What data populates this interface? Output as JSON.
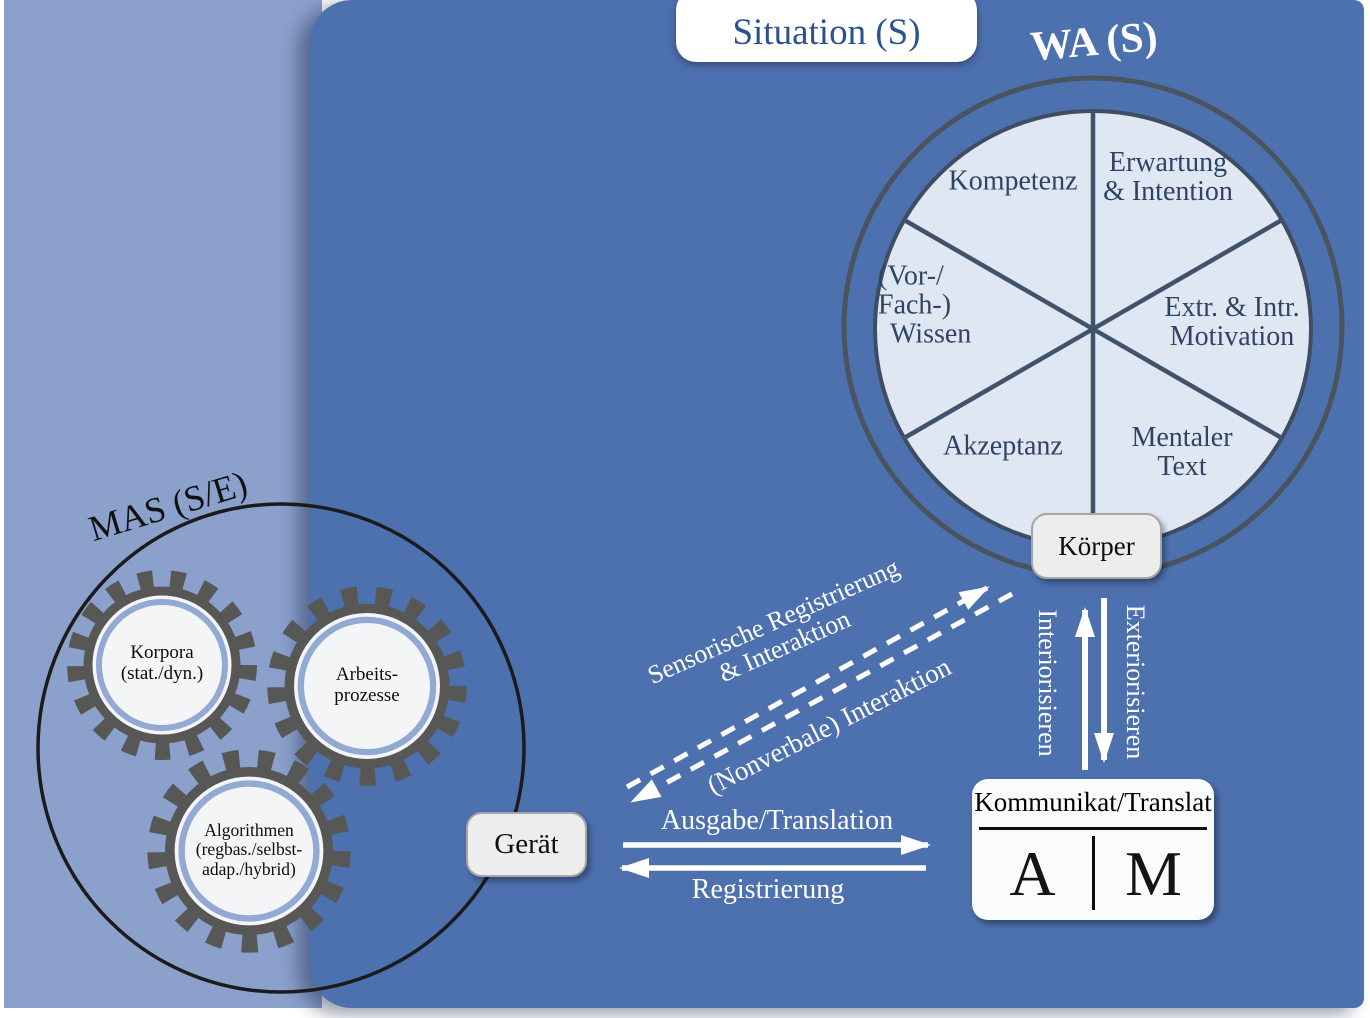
{
  "colors": {
    "light_panel": "#8ba1cc",
    "dark_panel": "#4d70af",
    "circle_fill": "#dfe7f2",
    "circle_divider": "#41526b",
    "gear_dark": "#575756",
    "gear_ring_blue": "#92a9d4",
    "situation_text": "#2b5191",
    "arrow_white": "#ffffff"
  },
  "situation": {
    "label": "Situation (S)"
  },
  "wa": {
    "label": "WA (S)",
    "korper": "Körper",
    "segments": [
      {
        "lines": [
          "Kompetenz"
        ]
      },
      {
        "lines": [
          "Erwartung",
          "& Intention"
        ]
      },
      {
        "lines": [
          "(Vor-/",
          "Fach-)",
          "Wissen"
        ]
      },
      {
        "lines": [
          "Extr. & Intr.",
          "Motivation"
        ]
      },
      {
        "lines": [
          "Akzeptanz"
        ]
      },
      {
        "lines": [
          "Mentaler",
          "Text"
        ]
      }
    ]
  },
  "mas": {
    "label": "MAS (S/E)",
    "gerat": "Gerät",
    "gears": [
      {
        "lines": [
          "Korpora",
          "(stat./dyn.)"
        ]
      },
      {
        "lines": [
          "Arbeits-",
          "prozesse"
        ]
      },
      {
        "lines": [
          "Algorithmen",
          "(regbas./selbst-",
          "adap./hybrid)"
        ]
      }
    ]
  },
  "flows": {
    "sensorische": {
      "lines": [
        "Sensorische Registrierung",
        "& Interaktion"
      ]
    },
    "nonverbale": "(Nonverbale) Interaktion",
    "ausgabe": "Ausgabe/Translation",
    "registrierung": "Registrierung",
    "interiorisieren": "Interiorisieren",
    "exteriorisieren": "Exteriorisieren"
  },
  "kommunikat": {
    "title": "Kommunikat/Translat",
    "left": "A",
    "right": "M"
  }
}
